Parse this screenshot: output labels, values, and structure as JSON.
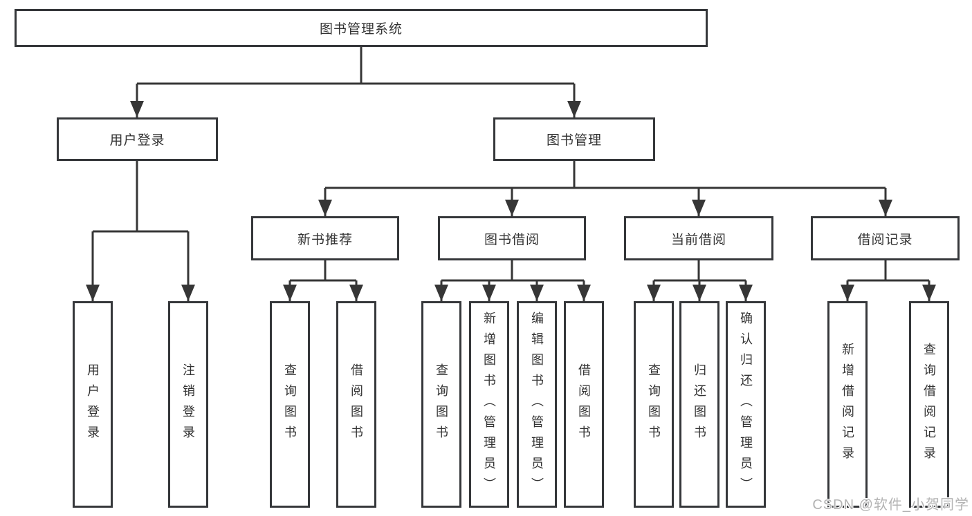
{
  "diagram": {
    "root": {
      "label": "图书管理系统"
    },
    "children": [
      {
        "label": "用户登录",
        "children": [
          {
            "label": "用户登录"
          },
          {
            "label": "注销登录"
          }
        ]
      },
      {
        "label": "图书管理",
        "children": [
          {
            "label": "新书推荐",
            "children": [
              {
                "label": "查询图书"
              },
              {
                "label": "借阅图书"
              }
            ]
          },
          {
            "label": "图书借阅",
            "children": [
              {
                "label": "查询图书"
              },
              {
                "label": "新增图书（管理员）"
              },
              {
                "label": "编辑图书（管理员）"
              },
              {
                "label": "借阅图书"
              }
            ]
          },
          {
            "label": "当前借阅",
            "children": [
              {
                "label": "查询图书"
              },
              {
                "label": "归还图书"
              },
              {
                "label": "确认归还（管理员）"
              }
            ]
          },
          {
            "label": "借阅记录",
            "children": [
              {
                "label": "新增借阅记录"
              },
              {
                "label": "查询借阅记录"
              }
            ]
          }
        ]
      }
    ]
  },
  "watermark": {
    "text": "CSDN @软件_小贺同学",
    "color": "#b3b3b3"
  },
  "colors": {
    "line": "#363636",
    "border": "#35373a",
    "text": "#333333",
    "background": "#ffffff"
  }
}
